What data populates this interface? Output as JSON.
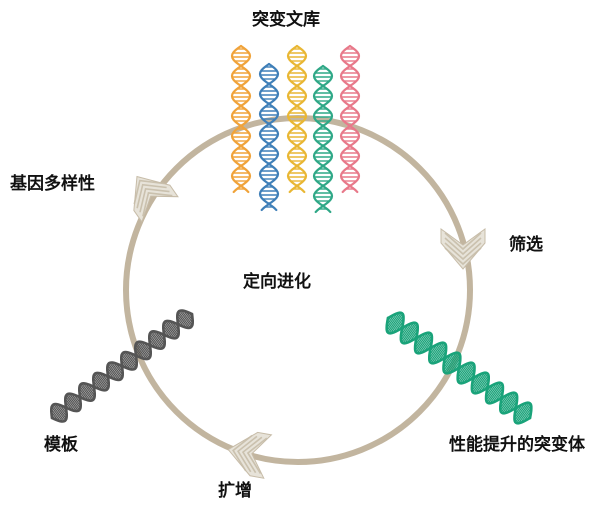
{
  "diagram": {
    "labels": {
      "mutant_library": "突变文库",
      "diversity": "基因多样性",
      "screening": "筛选",
      "center": "定向进化",
      "improved_mutant": "性能提升的突变体",
      "template": "模板",
      "amplification": "扩增"
    },
    "colors": {
      "cycle": "#c2b59f",
      "arrow": "#e7e3d9",
      "arrow_stripe": "#c7bca8",
      "dna_template": "#555555",
      "dna_improved": "#1aa37a",
      "library": [
        "#f0a33a",
        "#3f7fb8",
        "#e9b734",
        "#2fa887",
        "#e8798a"
      ]
    }
  }
}
